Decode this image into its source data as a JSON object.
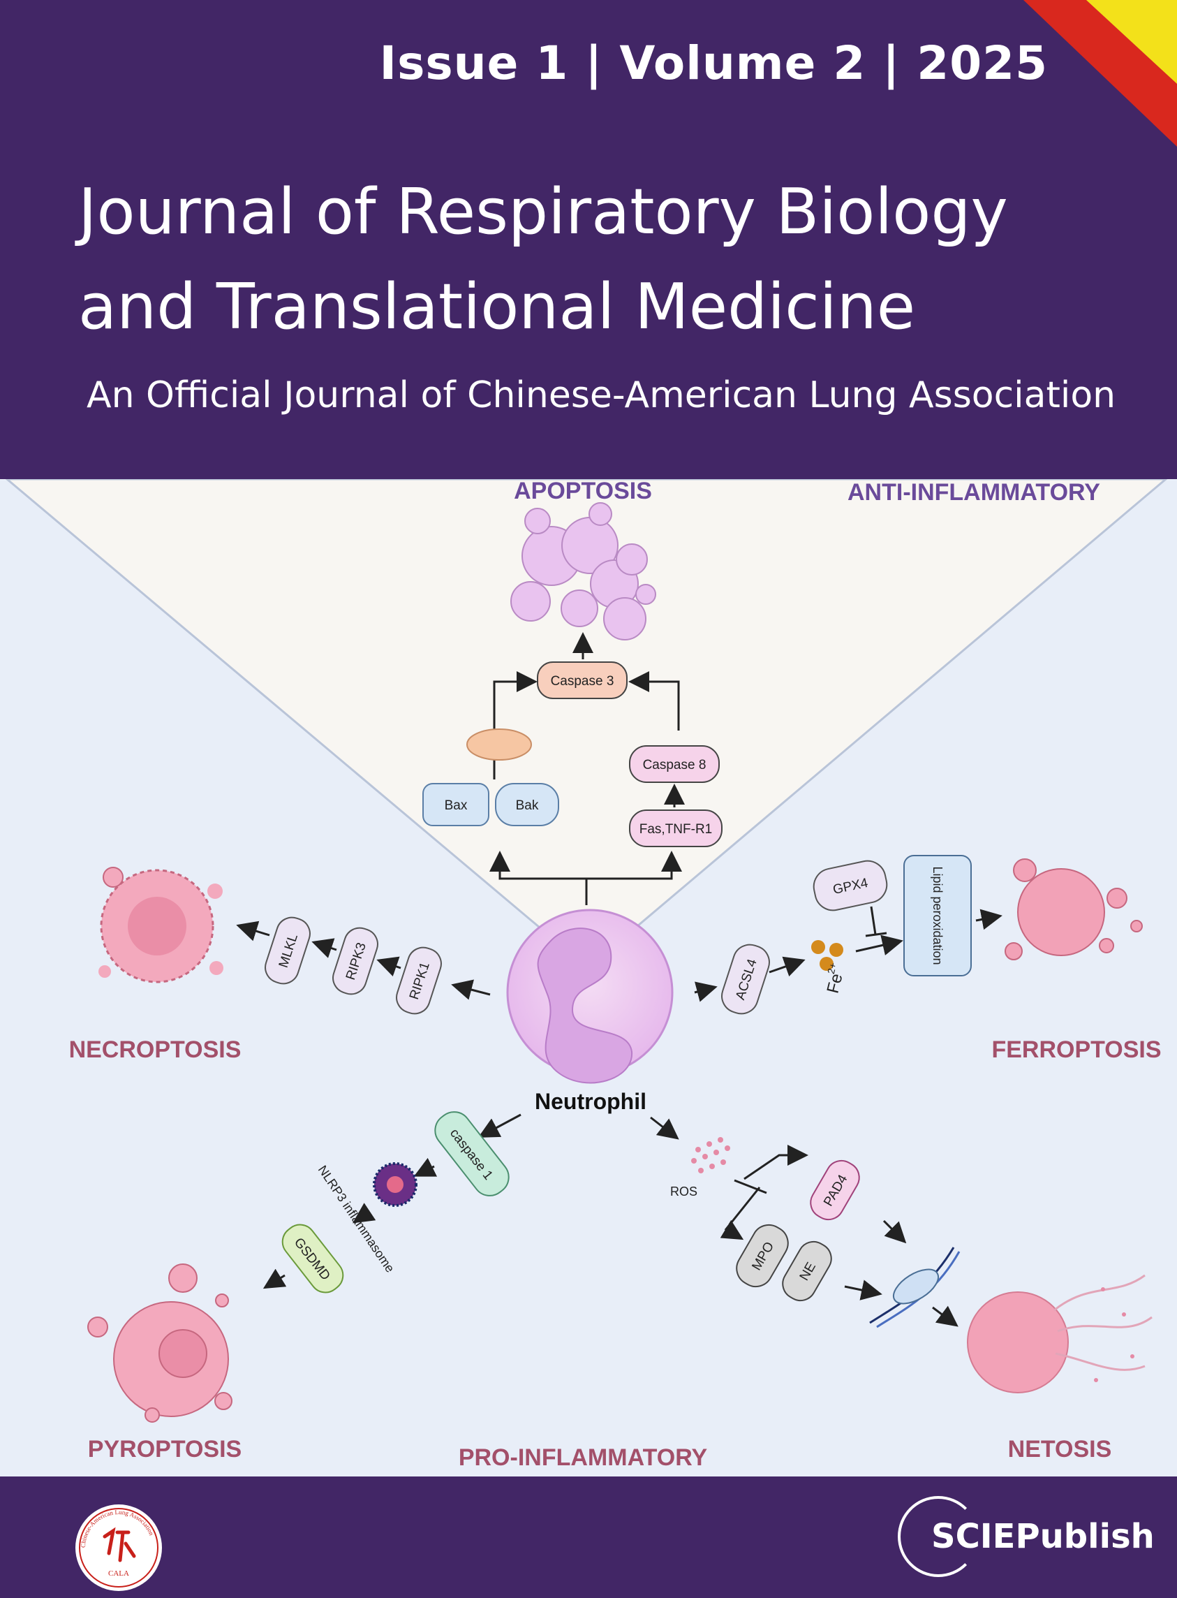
{
  "header": {
    "issue_line": "Issue 1 | Volume 2 | 2025",
    "title_line1": "Journal of Respiratory Biology",
    "title_line2": "and Translational Medicine",
    "subtitle": "An Official Journal of Chinese-American Lung Association"
  },
  "figure": {
    "categories": {
      "apoptosis": "APOPTOSIS",
      "anti_inflammatory": "ANTI-INFLAMMATORY",
      "necroptosis": "NECROPTOSIS",
      "ferroptosis": "FERROPTOSIS",
      "pyroptosis": "PYROPTOSIS",
      "pro_inflammatory": "PRO-INFLAMMATORY",
      "netosis": "NETOSIS"
    },
    "center_cell": "Neutrophil",
    "apoptosis_nodes": {
      "caspase3": "Caspase 3",
      "caspase8": "Caspase 8",
      "fas": "Fas,TNF-R1",
      "bax": "Bax",
      "bak": "Bak"
    },
    "necroptosis_nodes": {
      "mlkl": "MLKL",
      "ripk3": "RIPK3",
      "ripk1": "RIPK1"
    },
    "ferroptosis_nodes": {
      "gpx4": "GPX4",
      "lipid": "Lipid peroxidation",
      "acsl4": "ACSL4",
      "fe_base": "Fe",
      "fe_sup": "2+"
    },
    "pyroptosis_nodes": {
      "caspase1": "caspase 1",
      "nlrp3": "NLRP3 inflammasome",
      "gsdmd": "GSDMD"
    },
    "netosis_nodes": {
      "ros": "ROS",
      "pad4": "PAD4",
      "mpo": "MPO",
      "ne": "NE"
    }
  },
  "footer": {
    "cala_ring_text": "Chinese-American Lung Association",
    "cala_abbrev": "CALA",
    "publisher": "SCIEPublish"
  },
  "colors": {
    "header_bg": "#422666",
    "category_purple": "#6a4a9a",
    "category_mauve": "#a3506a",
    "flag_red": "#d9281e",
    "flag_yellow": "#f3e11a"
  }
}
